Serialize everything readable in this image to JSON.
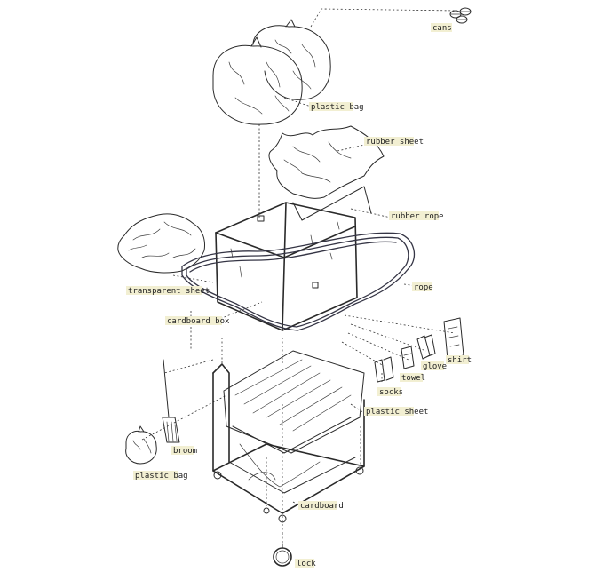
{
  "labels": {
    "cans": "cans",
    "plastic_bag_top": "plastic bag",
    "rubber_sheet": "rubber sheet",
    "rubber_rope": "rubber rope",
    "transparent_sheet": "transparent sheet",
    "rope": "rope",
    "cardboard_box": "cardboard box",
    "shirt": "shirt",
    "glove": "glove",
    "towel": "towel",
    "socks": "socks",
    "plastic_sheet": "plastic sheet",
    "broom": "broom",
    "plastic_bag_bottom": "plastic bag",
    "cardboard": "cardboard",
    "lock": "lock"
  },
  "colors": {
    "ink": "#2a2a2a",
    "label_highlight": "#f2efd2",
    "rope": "#353545"
  }
}
